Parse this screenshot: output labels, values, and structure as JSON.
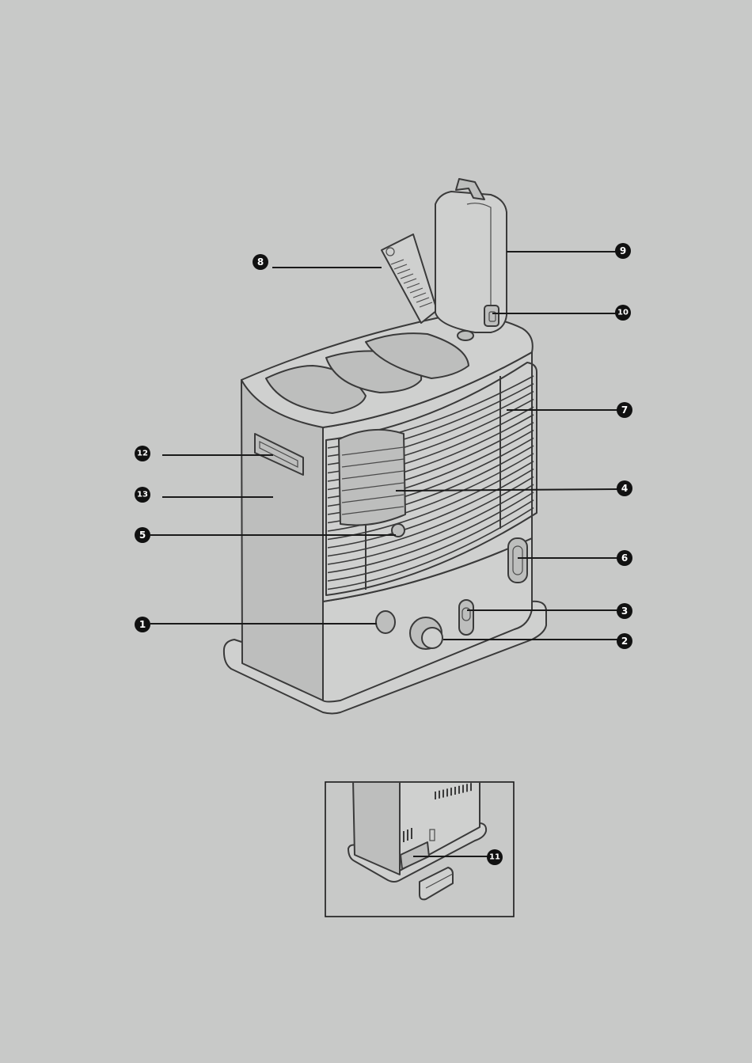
{
  "callouts": [
    {
      "id": "1",
      "label": "❶"
    },
    {
      "id": "2",
      "label": "❷"
    },
    {
      "id": "3",
      "label": "❸"
    },
    {
      "id": "4",
      "label": "❹"
    },
    {
      "id": "5",
      "label": "❺"
    },
    {
      "id": "6",
      "label": "❻"
    },
    {
      "id": "7",
      "label": "❼"
    },
    {
      "id": "8",
      "label": "❽"
    },
    {
      "id": "9",
      "label": "❾"
    },
    {
      "id": "10",
      "label": "❿"
    },
    {
      "id": "11",
      "label": "⓫"
    },
    {
      "id": "12",
      "label": "⓬"
    },
    {
      "id": "13",
      "label": "⓭"
    }
  ],
  "callout_text": {
    "c1": "1",
    "c2": "2",
    "c3": "3",
    "c4": "4",
    "c5": "5",
    "c6": "6",
    "c7": "7",
    "c8": "8",
    "c9": "9",
    "c10": "10",
    "c11": "11",
    "c12": "12",
    "c13": "13"
  },
  "colors": {
    "background": "#c8c9c8",
    "line": "#1a1a1a",
    "body": "#cfd0cf"
  }
}
